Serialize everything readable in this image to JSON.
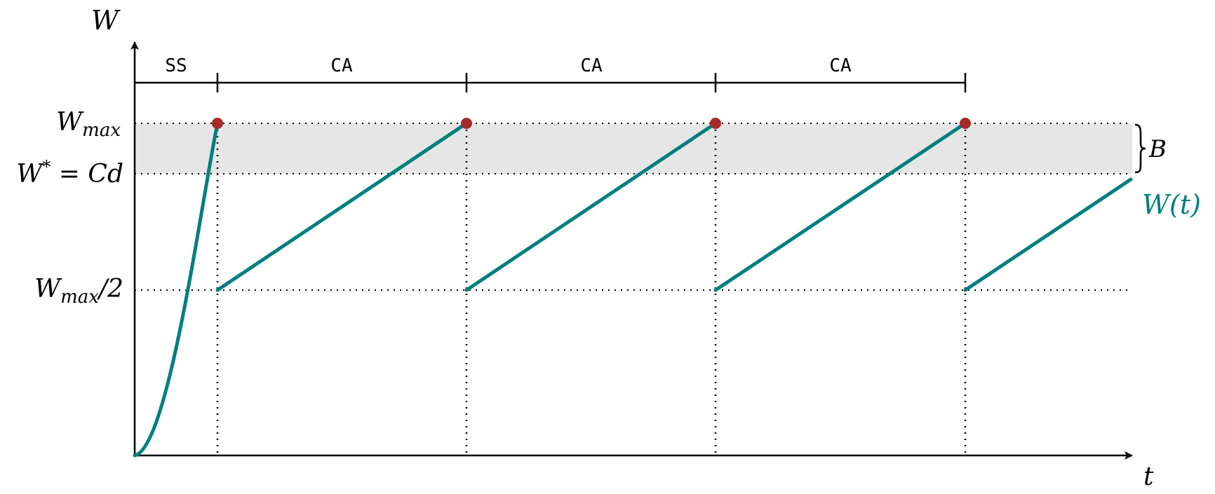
{
  "axes": {
    "y_label": "W",
    "x_label": "t"
  },
  "levels": {
    "wmax": {
      "main": "W",
      "sub": "max"
    },
    "wstar": {
      "main": "W",
      "sup": "*",
      "rest": " = Cd"
    },
    "whalf": {
      "main": "W",
      "sub": "max",
      "rest": "/2"
    }
  },
  "buffer": {
    "label": "B"
  },
  "curve": {
    "label": "W(t)",
    "color": "#007f7f"
  },
  "phases": [
    {
      "label": "SS"
    },
    {
      "label": "CA"
    },
    {
      "label": "CA"
    },
    {
      "label": "CA"
    }
  ],
  "colors": {
    "curve": "#007f7f",
    "peak": "#a52a2a",
    "band": "#e6e6e6",
    "axis": "#000000"
  }
}
